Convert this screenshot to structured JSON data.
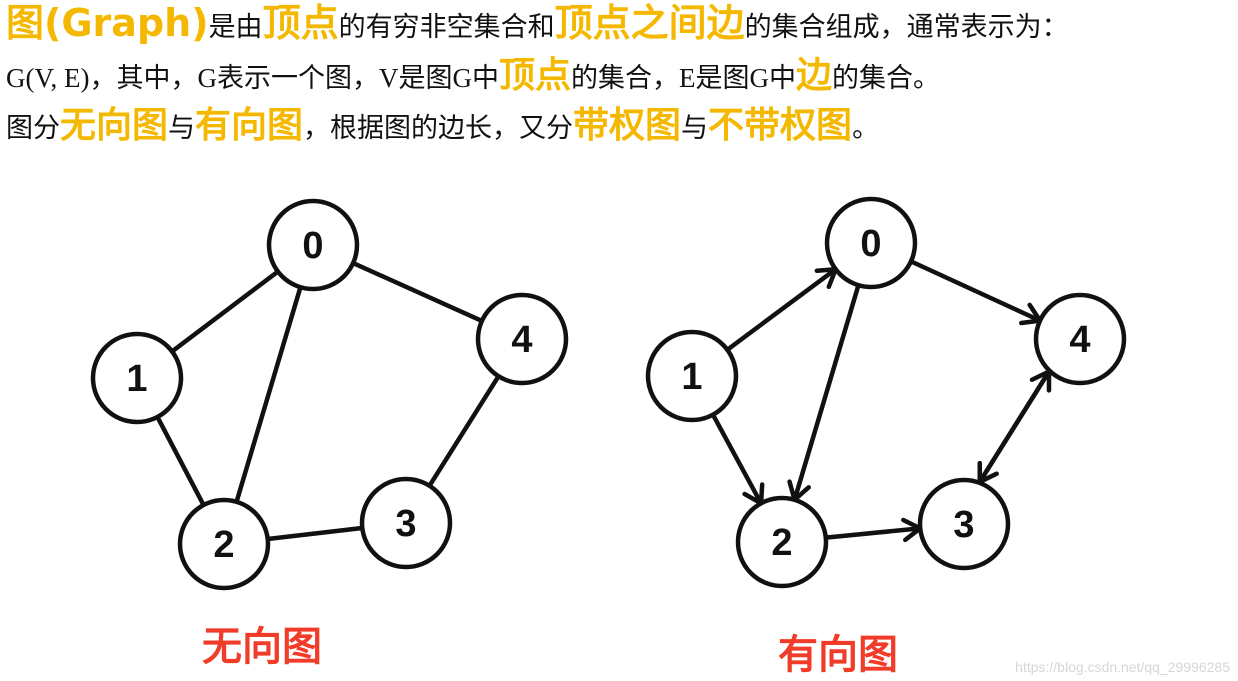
{
  "text": {
    "line1": [
      {
        "t": "图(Graph)",
        "hl": true
      },
      {
        "t": "是由"
      },
      {
        "t": "顶点",
        "hl": true
      },
      {
        "t": "的有穷非空集合和"
      },
      {
        "t": "顶点之间边",
        "hl": true
      },
      {
        "t": "的集合组成，通常表示为："
      }
    ],
    "line2": [
      {
        "t": "G(V, E)",
        "serif": true
      },
      {
        "t": "，其中，"
      },
      {
        "t": "G",
        "serif": true
      },
      {
        "t": "表示一个图，"
      },
      {
        "t": "V",
        "serif": true
      },
      {
        "t": "是图"
      },
      {
        "t": "G",
        "serif": true
      },
      {
        "t": "中"
      },
      {
        "t": "顶点",
        "hl": true
      },
      {
        "t": "的集合，"
      },
      {
        "t": "E",
        "serif": true
      },
      {
        "t": "是图"
      },
      {
        "t": "G",
        "serif": true
      },
      {
        "t": "中"
      },
      {
        "t": "边",
        "hl": true
      },
      {
        "t": "的集合。"
      }
    ],
    "line3": [
      {
        "t": "图分"
      },
      {
        "t": "无向图",
        "hl": true
      },
      {
        "t": "与"
      },
      {
        "t": "有向图",
        "hl": true
      },
      {
        "t": "，根据图的边长，又分"
      },
      {
        "t": "带权图",
        "hl": true
      },
      {
        "t": "与"
      },
      {
        "t": "不带权图",
        "hl": true
      },
      {
        "t": "。"
      }
    ]
  },
  "colors": {
    "highlight": "#f5b800",
    "caption": "#f23c2a",
    "ink": "#111111"
  },
  "undirected": {
    "caption": "无向图",
    "nodes": [
      "0",
      "1",
      "2",
      "3",
      "4"
    ],
    "edges": [
      [
        "1",
        "0"
      ],
      [
        "0",
        "2"
      ],
      [
        "0",
        "4"
      ],
      [
        "1",
        "2"
      ],
      [
        "2",
        "3"
      ],
      [
        "3",
        "4"
      ]
    ]
  },
  "directed": {
    "caption": "有向图",
    "nodes": [
      "0",
      "1",
      "2",
      "3",
      "4"
    ],
    "edges": [
      [
        "1",
        "0"
      ],
      [
        "0",
        "2"
      ],
      [
        "0",
        "4"
      ],
      [
        "1",
        "2"
      ],
      [
        "2",
        "3"
      ],
      [
        "3",
        "4"
      ],
      [
        "4",
        "3"
      ]
    ]
  },
  "watermark": "https://blog.csdn.net/qq_29996285"
}
